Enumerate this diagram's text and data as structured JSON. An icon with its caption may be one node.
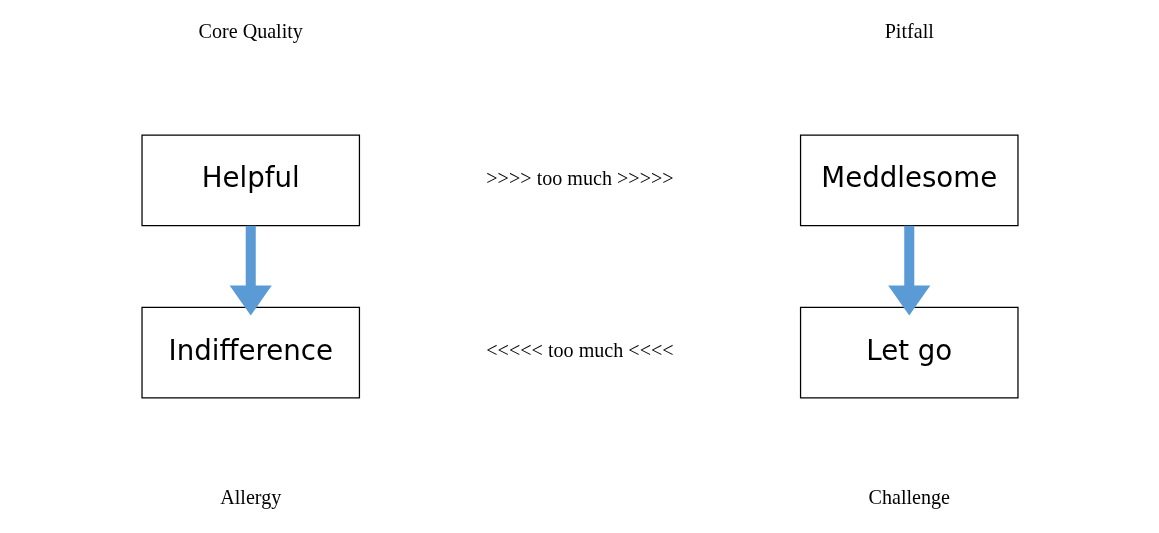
{
  "diagram": {
    "nodes": [
      {
        "text": [
          "Helpful"
        ]
      },
      {
        "text": [
          "Meddlesome"
        ]
      },
      {
        "text": [
          "Indifference"
        ]
      },
      {
        "text": [
          "Let go"
        ]
      }
    ],
    "edges": [
      {
        "from": 0,
        "to": 2,
        "arrow": "to"
      },
      {
        "from": 1,
        "to": 3,
        "arrow": "to"
      }
    ],
    "labels": [
      "Core Quality",
      "Pitfall",
      ">>>> too much >>>>>",
      "<<<<< too much <<<<",
      "Allergy",
      "Challenge"
    ]
  }
}
